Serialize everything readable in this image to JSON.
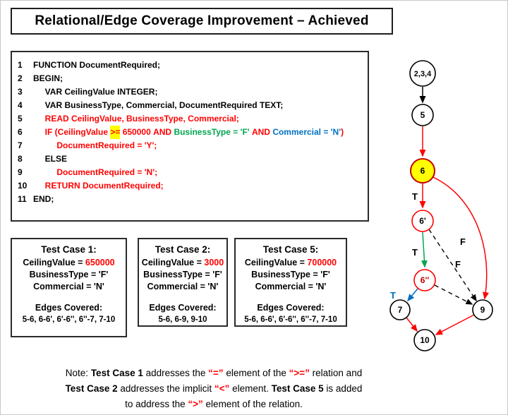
{
  "title": "Relational/Edge Coverage Improvement – Achieved",
  "colors": {
    "code_red": "#ff0000",
    "code_green": "#00a550",
    "code_blue": "#0070c0",
    "highlight_yellow": "#ffff00",
    "node6_fill": "#ffff00",
    "node6_stroke": "#c00000",
    "true_edge_green": "#00a550",
    "true_edge_blue": "#0070c0",
    "edge_red": "#ff0000"
  },
  "code": {
    "lines": [
      {
        "num": "1",
        "segments": [
          {
            "t": "FUNCTION DocumentRequired;",
            "c": "k"
          }
        ]
      },
      {
        "num": "2",
        "segments": [
          {
            "t": "BEGIN;",
            "c": "k"
          }
        ]
      },
      {
        "num": "3",
        "segments": [
          {
            "t": "     VAR CeilingValue INTEGER;",
            "c": "k"
          }
        ]
      },
      {
        "num": "4",
        "segments": [
          {
            "t": "     VAR BusinessType, Commercial, DocumentRequired TEXT;",
            "c": "k"
          }
        ]
      },
      {
        "num": "5",
        "segments": [
          {
            "t": "     READ CeilingValue, BusinessType, Commercial;",
            "c": "r"
          }
        ]
      },
      {
        "num": "6",
        "segments": [
          {
            "t": "     IF (CeilingValue ",
            "c": "r"
          },
          {
            "t": ">=",
            "c": "rh"
          },
          {
            "t": " 650000 ",
            "c": "r"
          },
          {
            "t": "AND ",
            "c": "r"
          },
          {
            "t": "BusinessType = 'F' ",
            "c": "g"
          },
          {
            "t": "AND ",
            "c": "r"
          },
          {
            "t": "Commercial = 'N'",
            "c": "b"
          },
          {
            "t": ")",
            "c": "r"
          }
        ]
      },
      {
        "num": "7",
        "segments": [
          {
            "t": "          DocumentRequired = 'Y';",
            "c": "r"
          }
        ]
      },
      {
        "num": "8",
        "segments": [
          {
            "t": "     ELSE",
            "c": "k"
          }
        ]
      },
      {
        "num": "9",
        "segments": [
          {
            "t": "          DocumentRequired = 'N';",
            "c": "r"
          }
        ]
      },
      {
        "num": "10",
        "segments": [
          {
            "t": "     RETURN DocumentRequired;",
            "c": "r"
          }
        ]
      },
      {
        "num": "11",
        "segments": [
          {
            "t": "END;",
            "c": "k"
          }
        ]
      }
    ]
  },
  "test_cases": [
    {
      "title": "Test Case 1:",
      "ceiling_label": "CeilingValue = ",
      "ceiling_value": "650000",
      "business": "BusinessType = 'F'",
      "commercial": "Commercial = 'N'",
      "edges_heading": "Edges Covered:",
      "edges": "5-6, 6-6', 6'-6'', 6''-7, 7-10"
    },
    {
      "title": "Test Case 2:",
      "ceiling_label": "CeilingValue = ",
      "ceiling_value": "3000",
      "business": "BusinessType = 'F'",
      "commercial": "Commercial = 'N'",
      "edges_heading": "Edges Covered:",
      "edges": "5-6, 6-9, 9-10"
    },
    {
      "title": "Test Case 5:",
      "ceiling_label": "CeilingValue = ",
      "ceiling_value": "700000",
      "business": "BusinessType = 'F'",
      "commercial": "Commercial = 'N'",
      "edges_heading": "Edges Covered:",
      "edges": "5-6, 6-6', 6'-6'', 6''-7, 7-10"
    }
  ],
  "graph": {
    "nodes": [
      {
        "label": "2,3,4"
      },
      {
        "label": "5"
      },
      {
        "label": "6"
      },
      {
        "label": "6'"
      },
      {
        "label": "6''"
      },
      {
        "label": "7"
      },
      {
        "label": "9"
      },
      {
        "label": "10"
      }
    ],
    "edge_labels": {
      "t1": "T",
      "t2": "T",
      "t3": "T",
      "f1": "F",
      "f2": "F"
    }
  },
  "note": {
    "line1": [
      {
        "t": "Note: "
      },
      {
        "t": "Test Case 1"
      },
      {
        "t": " addresses the "
      },
      {
        "t": "“=”"
      },
      {
        "t": " element of the "
      },
      {
        "t": "“>=”"
      },
      {
        "t": " relation and"
      }
    ],
    "line2": [
      {
        "t": "Test Case 2"
      },
      {
        "t": " addresses the implicit "
      },
      {
        "t": "“<”"
      },
      {
        "t": " element. "
      },
      {
        "t": "Test Case 5"
      },
      {
        "t": " is added"
      }
    ],
    "line3": [
      {
        "t": "to address the "
      },
      {
        "t": "“>”"
      },
      {
        "t": " element of the relation."
      }
    ]
  }
}
